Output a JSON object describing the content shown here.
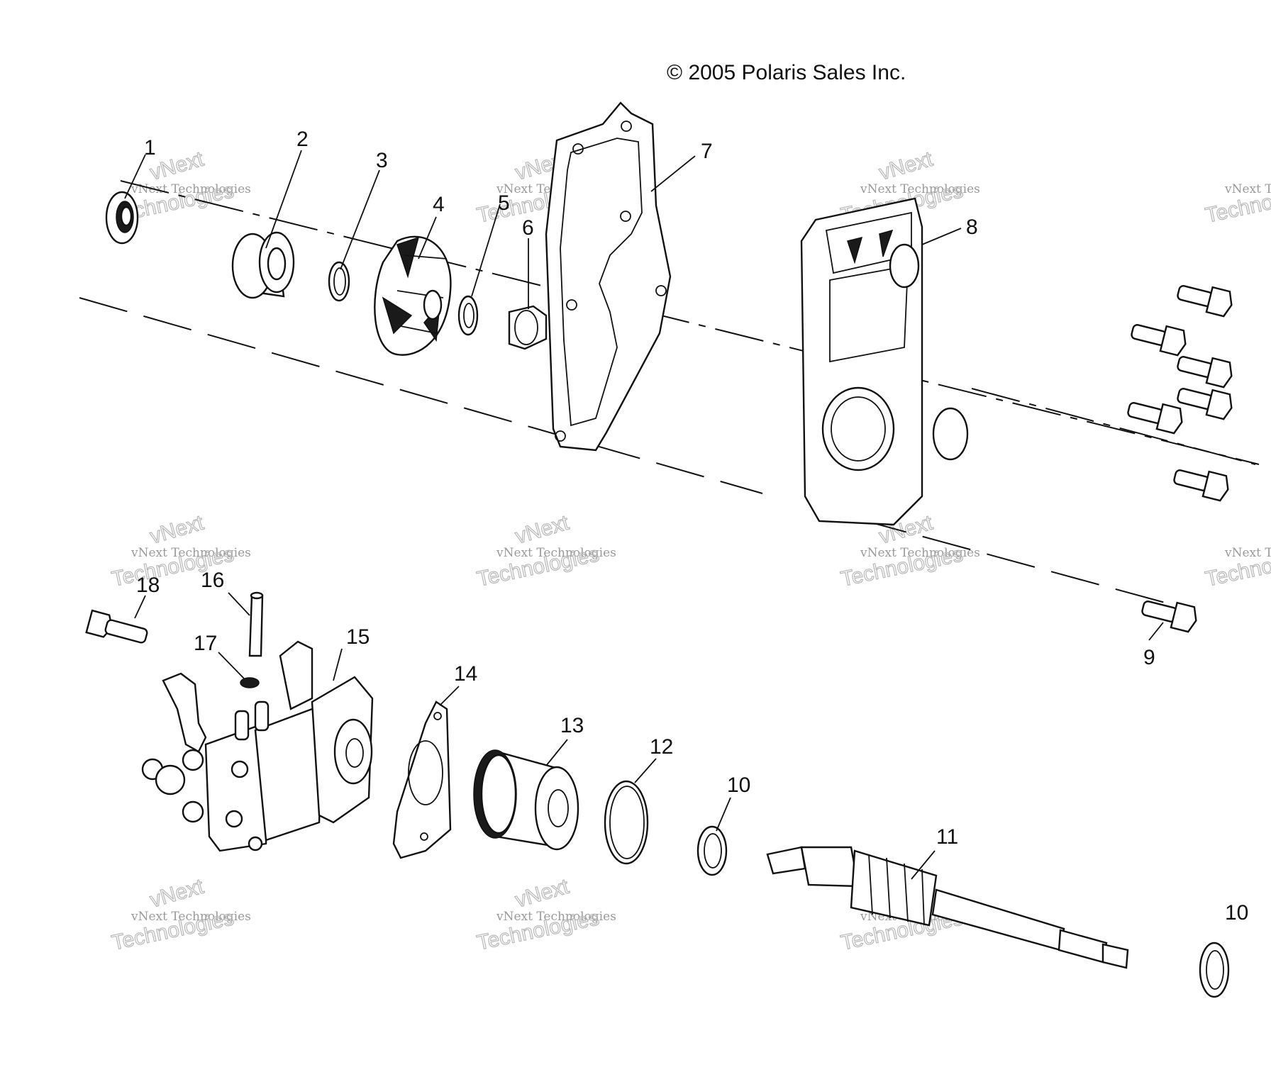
{
  "copyright": "© 2005 Polaris Sales Inc.",
  "watermark": {
    "line1": "vNext Technologies",
    "line2": "vNext",
    "line3": "Technologies"
  },
  "callouts": {
    "c1": "1",
    "c2": "2",
    "c3": "3",
    "c4": "4",
    "c5": "5",
    "c6": "6",
    "c7": "7",
    "c8": "8",
    "c9": "9",
    "c10a": "10",
    "c10b": "10",
    "c11": "11",
    "c12": "12",
    "c13": "13",
    "c14": "14",
    "c15": "15",
    "c16": "16",
    "c17": "17",
    "c18": "18"
  }
}
